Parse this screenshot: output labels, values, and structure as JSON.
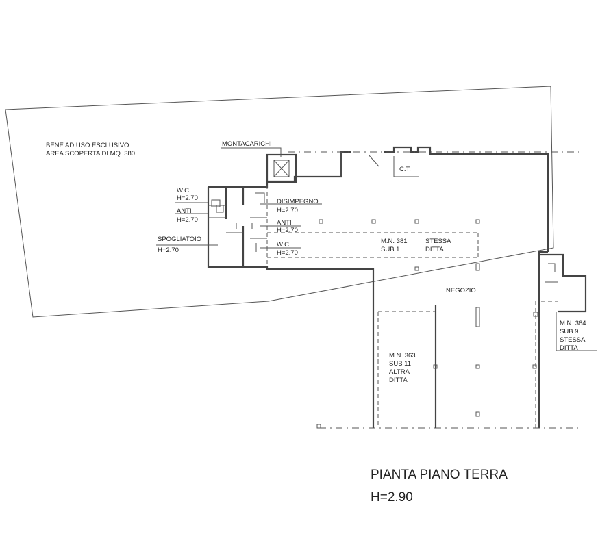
{
  "labels": {
    "bene_line1": "BENE AD USO ESCLUSIVO",
    "bene_line2": "AREA SCOPERTA DI MQ. 380",
    "montacarichi": "MONTACARICHI",
    "ct": "C.T.",
    "wc1_name": "W.C.",
    "wc1_h": "H=2.70",
    "anti1_name": "ANTI",
    "anti1_h": "H=2.70",
    "spogliatoio_name": "SPOGLIATOIO",
    "spogliatoio_h": "H=2.70",
    "disimpegno_name": "DISIMPEGNO",
    "disimpegno_h": "H=2.70",
    "anti2_name": "ANTI",
    "anti2_h": "H=2.70",
    "wc2_name": "W.C.",
    "wc2_h": "H=2.70",
    "mn381_l1": "M.N. 381",
    "mn381_l2": "SUB 1",
    "stessa1_l1": "STESSA",
    "stessa1_l2": "DITTA",
    "negozio": "NEGOZIO",
    "mn363_l1": "M.N. 363",
    "mn363_l2": "SUB 11",
    "mn363_l3": "ALTRA",
    "mn363_l4": "DITTA",
    "mn364_l1": "M.N. 364",
    "mn364_l2": "SUB 9",
    "mn364_l3": "STESSA",
    "mn364_l4": "DITTA"
  },
  "title": {
    "line1": "PIANTA PIANO TERRA",
    "line2": "H=2.90"
  }
}
